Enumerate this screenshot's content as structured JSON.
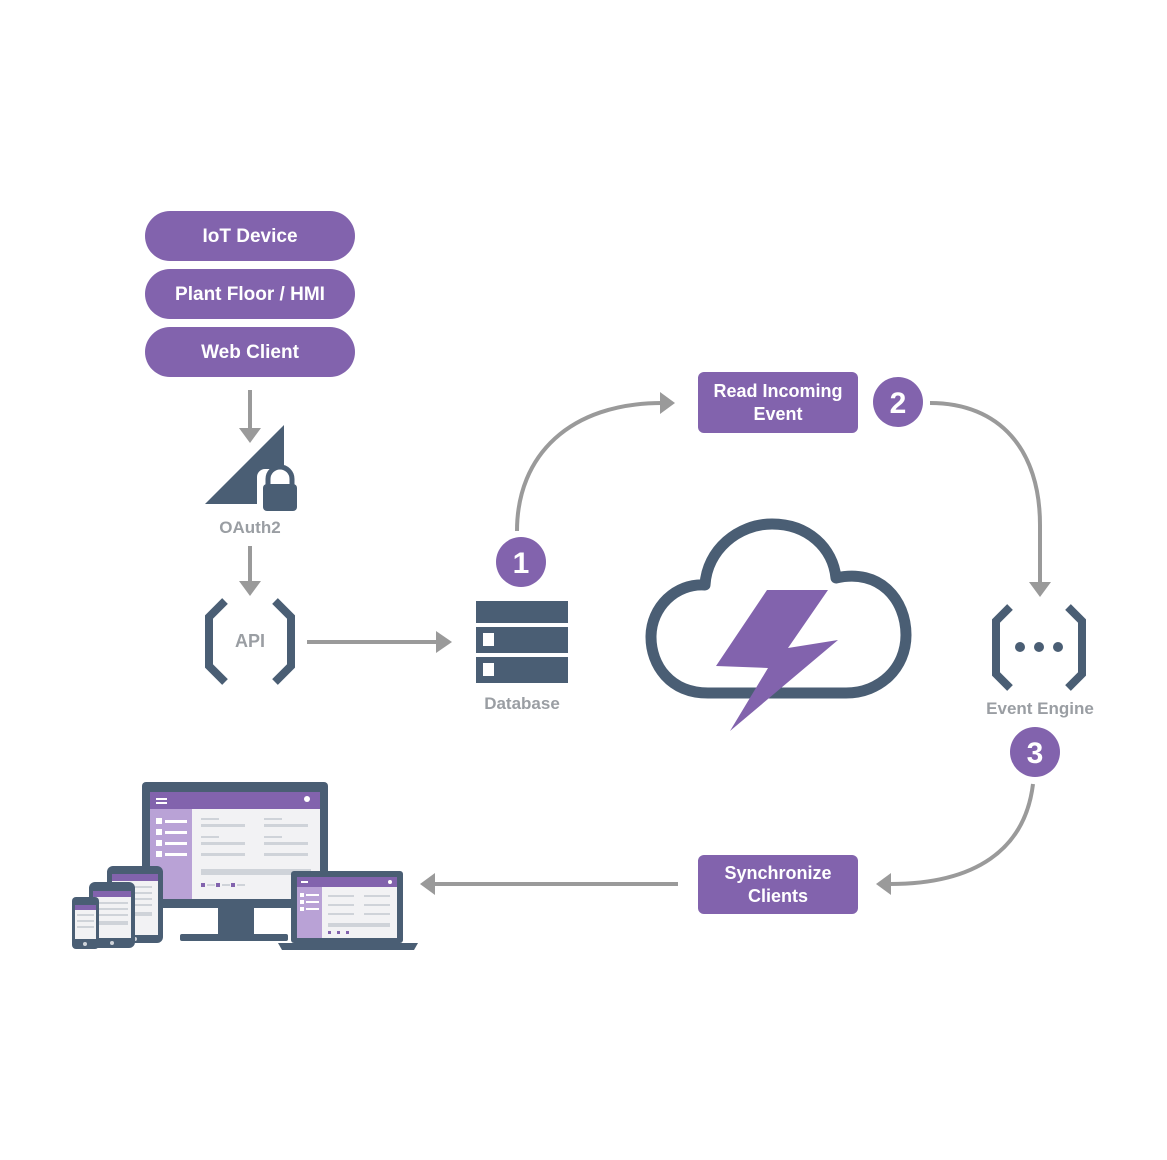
{
  "colors": {
    "purple": "#8263ad",
    "slate": "#4a5e74",
    "arrow_gray": "#9a9a9a",
    "label_gray": "#9a9ea3",
    "screen_light": "#b9a2d6",
    "screen_bg": "#f2f2f4"
  },
  "sources": {
    "items": [
      {
        "label": "IoT Device"
      },
      {
        "label": "Plant Floor / HMI"
      },
      {
        "label": "Web Client"
      }
    ]
  },
  "auth": {
    "label": "OAuth2",
    "icon": "lock-icon"
  },
  "api": {
    "label": "API"
  },
  "database": {
    "label": "Database",
    "icon": "database-icon"
  },
  "cloud": {
    "icon": "cloud-lightning-icon"
  },
  "steps": [
    {
      "number": "1"
    },
    {
      "number": "2",
      "box_line1": "Read Incoming",
      "box_line2": "Event"
    },
    {
      "number": "3",
      "box_line1": "Synchronize",
      "box_line2": "Clients"
    }
  ],
  "event_engine": {
    "label": "Event Engine",
    "icon": "event-engine-icon"
  },
  "clients": {
    "icon": "devices-icon"
  }
}
